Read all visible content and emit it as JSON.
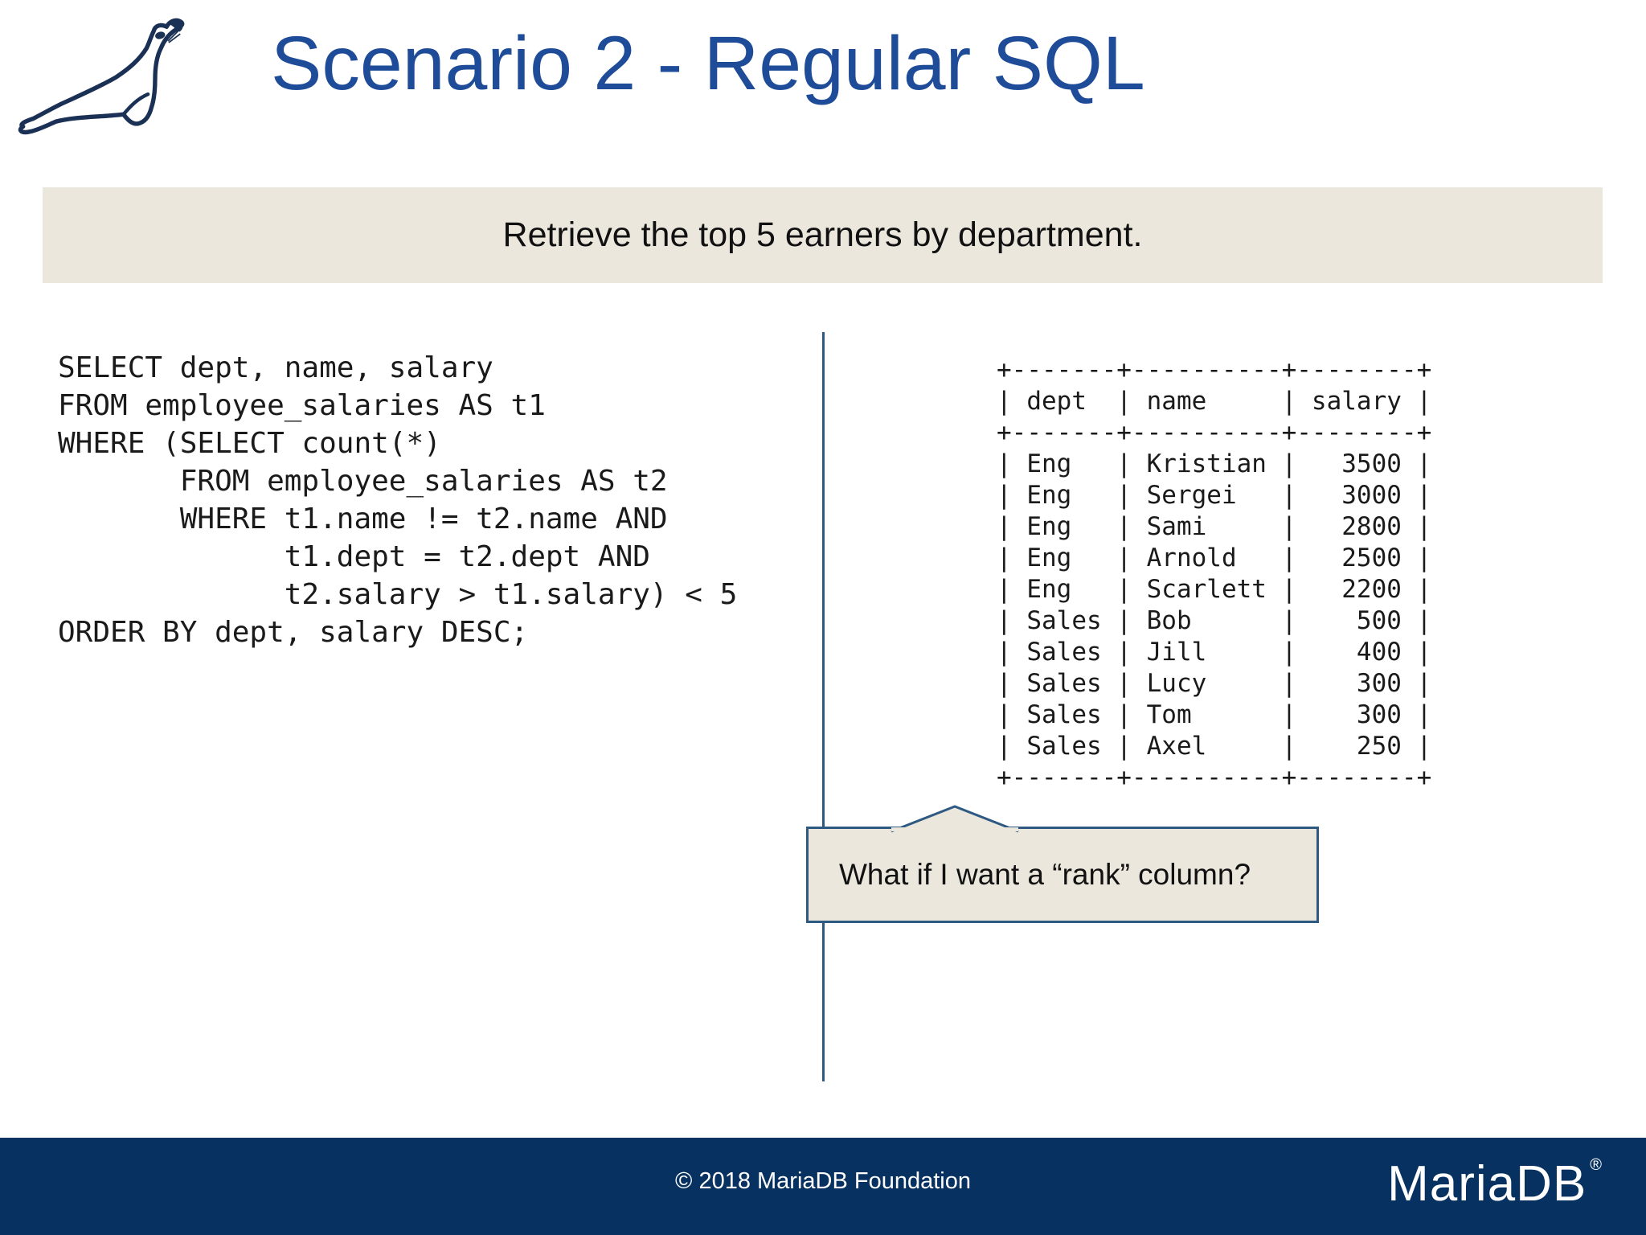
{
  "colors": {
    "title_blue": "#1f4c99",
    "footer_navy": "#073160",
    "panel_beige": "#ebe7dd",
    "accent_blue": "#2e5982",
    "text_dark": "#111111",
    "white": "#ffffff"
  },
  "header": {
    "title": "Scenario 2 - Regular SQL",
    "logo": "mariadb-seal"
  },
  "banner": {
    "text": "Retrieve the top 5 earners by department."
  },
  "sql_code": {
    "lines": [
      "SELECT dept, name, salary",
      "FROM employee_salaries AS t1",
      "WHERE (SELECT count(*)",
      "       FROM employee_salaries AS t2",
      "       WHERE t1.name != t2.name AND",
      "             t1.dept = t2.dept AND",
      "             t2.salary > t1.salary) < 5",
      "ORDER BY dept, salary DESC;"
    ]
  },
  "result_table": {
    "columns": [
      "dept",
      "name",
      "salary"
    ],
    "rows": [
      {
        "dept": "Eng",
        "name": "Kristian",
        "salary": 3500
      },
      {
        "dept": "Eng",
        "name": "Sergei",
        "salary": 3000
      },
      {
        "dept": "Eng",
        "name": "Sami",
        "salary": 2800
      },
      {
        "dept": "Eng",
        "name": "Arnold",
        "salary": 2500
      },
      {
        "dept": "Eng",
        "name": "Scarlett",
        "salary": 2200
      },
      {
        "dept": "Sales",
        "name": "Bob",
        "salary": 500
      },
      {
        "dept": "Sales",
        "name": "Jill",
        "salary": 400
      },
      {
        "dept": "Sales",
        "name": "Lucy",
        "salary": 300
      },
      {
        "dept": "Sales",
        "name": "Tom",
        "salary": 300
      },
      {
        "dept": "Sales",
        "name": "Axel",
        "salary": 250
      }
    ],
    "ascii_lines": [
      "+-------+----------+--------+",
      "| dept  | name     | salary |",
      "+-------+----------+--------+",
      "| Eng   | Kristian |   3500 |",
      "| Eng   | Sergei   |   3000 |",
      "| Eng   | Sami     |   2800 |",
      "| Eng   | Arnold   |   2500 |",
      "| Eng   | Scarlett |   2200 |",
      "| Sales | Bob      |    500 |",
      "| Sales | Jill     |    400 |",
      "| Sales | Lucy     |    300 |",
      "| Sales | Tom      |    300 |",
      "| Sales | Axel     |    250 |",
      "+-------+----------+--------+"
    ]
  },
  "callout": {
    "text": "What if I want a “rank” column?"
  },
  "footer": {
    "copyright": "© 2018 MariaDB Foundation",
    "brand": "MariaDB",
    "registered": "®"
  }
}
